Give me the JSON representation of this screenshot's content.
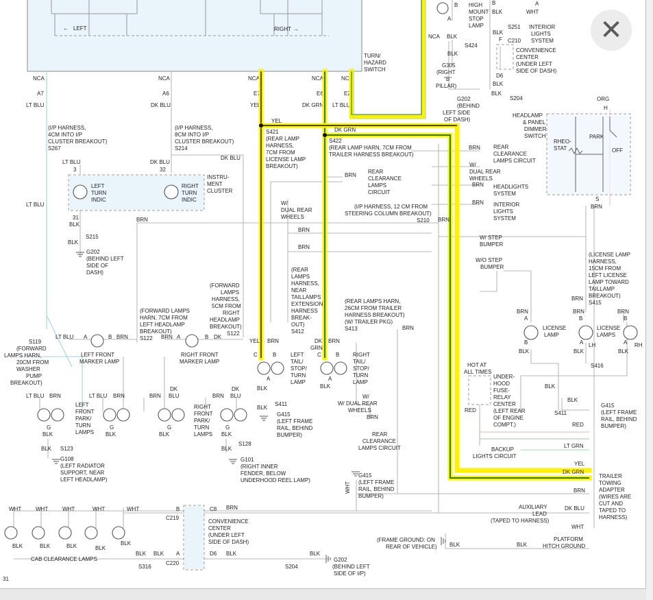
{
  "viewer": {
    "close_glyph": "✕",
    "close_icon": "close-icon",
    "page_no": "31"
  },
  "colors": {
    "highlight": "#fff200",
    "dk_grn": "#2c7a2c",
    "lt_grn": "#9fe0a0",
    "lt_blu": "#9fd6e6",
    "wire": "#b7b7b7",
    "panel": "#eaf4fb"
  },
  "top": {
    "left_arrow": "LEFT",
    "right_arrow": "RIGHT",
    "switch": [
      "TURN/",
      "HAZARD",
      "SWITCH"
    ],
    "nca": "NCA",
    "pins": [
      "A7",
      "A6",
      "E7",
      "E6",
      "E2"
    ],
    "wires": [
      "LT BLU",
      "DK BLU",
      "YEL",
      "DK GRN",
      "LT BLU"
    ]
  },
  "hms": {
    "lamp": [
      "HIGH",
      "MOUNT",
      "STOP",
      "LAMP"
    ],
    "blk": "BLK",
    "b": "B",
    "a": "A",
    "nca": "NCA",
    "s424": "S424",
    "g305": [
      "G305",
      "(RIGHT",
      "\"B\"",
      "PILLAR)"
    ]
  },
  "interior": {
    "a": "A",
    "wht": "WHT",
    "s251": "S251",
    "sys": [
      "INTERIOR",
      "LIGHTS",
      "SYSTEM"
    ],
    "blk": "BLK",
    "f": "F",
    "c210": "C210"
  },
  "conv_top": {
    "label": [
      "CONVENIENCE",
      "CENTER",
      "(UNDER LEFT",
      "SIDE OF DASH)"
    ],
    "d6": "D6",
    "blk": "BLK",
    "s204": "S204",
    "g202": [
      "G202",
      "(BEHIND",
      "LEFT SIDE",
      "OF DASH)"
    ]
  },
  "dimmer": {
    "title": [
      "HEADLAMP",
      "& PANEL",
      "DIMMER",
      "SWITCH"
    ],
    "org": "ORG",
    "h": "H",
    "rheo": [
      "RHEO-",
      "STAT"
    ],
    "park": "PARK",
    "off": "OFF",
    "s": "S",
    "brn": "BRN"
  },
  "cluster": {
    "s267": [
      "(I/P HARNESS,",
      "4CM INTO I/P",
      "CLUSTER BREAKOUT)",
      "S267"
    ],
    "s214": [
      "(I/P HARNESS,",
      "8CM INTO I/P",
      "CLUSTER BREAKOUT)",
      "S214"
    ],
    "lt_blu": "LT BLU",
    "dk_blu": "DK BLU",
    "pin3": "3",
    "pin32": "32",
    "pin31": "31",
    "left": [
      "LEFT",
      "TURN",
      "INDIC"
    ],
    "right": [
      "RIGHT",
      "TURN",
      "INDIC"
    ],
    "name": [
      "INSTRU-",
      "MENT",
      "CLUSTER"
    ],
    "blk": "BLK",
    "s215": "S215",
    "g202": [
      "G202",
      "(BEHIND LEFT",
      "SIDE OF",
      "DASH)"
    ]
  },
  "splices": {
    "s421": [
      "S421",
      "(REAR LAMP",
      "HARNESS,",
      "7CM FROM",
      "LICENSE LAMP",
      "BREAKOUT)"
    ],
    "s422": [
      "S422",
      "(REAR LAMP HARN, 7CM FROM",
      "TRAILER HARNESS BREAKOUT)"
    ],
    "yel": "YEL",
    "dk_grn": "DK GRN"
  },
  "mid_labels": {
    "brn": "BRN",
    "rear_clear": [
      "REAR",
      "CLEARANCE",
      "LAMPS CIRCUIT"
    ],
    "rear_clear2": [
      "REAR",
      "CLEARANCE",
      "LAMPS",
      "CIRCUIT"
    ],
    "dual_rear": [
      "W/",
      "DUAL REAR",
      "WHEELS"
    ],
    "dual_rear2": [
      "W/ DUAL REAR",
      "WHEELS"
    ],
    "headlights": [
      "HEADLIGHTS",
      "SYSTEM"
    ],
    "interior": [
      "INTERIOR",
      "LIGHTS",
      "SYSTEM"
    ],
    "s210": [
      "(I/P HARNESS, 12 CM FROM",
      "STEERING COLUMN BREAKOUT)",
      "S210"
    ],
    "w_step": [
      "W/ STEP",
      "BUMPER"
    ],
    "wo_step": [
      "W/O STEP",
      "BUMPER"
    ],
    "s412": [
      "(REAR",
      "LAMPS",
      "HARNESS,",
      "NEAR",
      "TAILLAMPS",
      "EXTENSION",
      "HARNESS",
      "BREAK-",
      "OUT)",
      "S412"
    ],
    "s413": [
      "(REAR LAMPS HARN,",
      "26CM FROM TRAILER",
      "HARNESS BREAKOUT)",
      "(W/ TRAILER PKG)",
      "S413"
    ],
    "fwd_r": [
      "(FORWARD",
      "LAMPS",
      "HARNESS,",
      "5CM FROM",
      "RIGHT",
      "HEADLAMP",
      "BREAKOUT)",
      "S122"
    ]
  },
  "tail": {
    "left": [
      "LEFT",
      "TAIL/",
      "STOP/",
      "TURN",
      "LAMP"
    ],
    "right": [
      "RIGHT",
      "TAIL/",
      "STOP/",
      "TURN",
      "LAMP"
    ],
    "yel": "YEL",
    "brn": "BRN",
    "dk_grn": [
      "DK",
      "GRN"
    ],
    "c": "C",
    "b": "B",
    "a": "A",
    "blk": "BLK",
    "s411": "S411",
    "g415": [
      "G415",
      "(LEFT FRAME",
      "RAIL, BEHIND",
      "BUMPER)"
    ]
  },
  "license": {
    "harness": [
      "(LICENSE LAMP",
      "HARNESS,",
      "15CM FROM",
      "LEFT LICENSE",
      "LAMP TOWARD",
      "TAILLAMP",
      "BREAKOUT)",
      "S415"
    ],
    "lamp1": [
      "LICENSE",
      "LAMP"
    ],
    "lamp2": [
      "LICENSE",
      "LAMPS"
    ],
    "lh": "LH",
    "rh": "RH",
    "brn": "BRN",
    "blk": "BLK",
    "a": "A",
    "b": "B",
    "s416": "S416"
  },
  "fuse": {
    "hot": [
      "HOT AT",
      "ALL TIMES"
    ],
    "name": [
      "UNDER-",
      "HOOD",
      "FUSE-",
      "RELAY",
      "CENTER",
      "(LEFT REAR",
      "OF ENGINE",
      "COMPT.)"
    ],
    "red": "RED",
    "blk": "BLK",
    "s411": "S411",
    "g415": [
      "G415",
      "(LEFT FRAME",
      "RAIL, BEHIND",
      "BUMPER)"
    ]
  },
  "trailer": {
    "backup": [
      "BACKUP",
      "LIGHTS CIRCUIT"
    ],
    "lt_grn": "LT GRN",
    "yel": "YEL",
    "dk_grn": "DK GRN",
    "red": "RED",
    "brn": "BRN",
    "aux": [
      "AUXILIARY",
      "LEAD",
      "(TAPED TO HARNESS)"
    ],
    "dk_blu": "DK BLU",
    "wht": "WHT",
    "adapter": [
      "TRAILER",
      "TOWING",
      "ADAPTER",
      "(WIRES ARE",
      "CUT AND",
      "TAPED TO",
      "HARNESS)"
    ],
    "frame_gnd": [
      "(FRAME GROUND: ON",
      "REAR OF VEHICLE)"
    ],
    "blk": "BLK",
    "platform": [
      "PLATFORM",
      "HITCH GROUND"
    ],
    "g415": [
      "G415",
      "(LEFT FRAME",
      "RAIL, BEHIND",
      "BUMPER)"
    ]
  },
  "front": {
    "s119": [
      "S119",
      "(FORWARD",
      "LAMPS HARN,",
      "20CM FROM",
      "WASHER",
      "PUMP",
      "BREAKOUT)"
    ],
    "s122": [
      "(FORWARD LAMPS",
      "HARN, 7CM FROM",
      "LEFT HEADLAMP",
      "BREAKOUT)",
      "S122"
    ],
    "lt_blu": "LT BLU",
    "brn": "BRN",
    "dk_blu": [
      "DK",
      "BLU"
    ],
    "a": "A",
    "b": "B",
    "g": "G",
    "blk": "BLK",
    "lfm": [
      "LEFT FRONT",
      "MARKER LAMP"
    ],
    "rfm": [
      "RIGHT FRONT",
      "MARKER LAMP"
    ],
    "lfp": [
      "LEFT",
      "FRONT",
      "PARK/",
      "TURN",
      "LAMPS"
    ],
    "rfp": [
      "RIGHT",
      "FRONT",
      "PARK/",
      "TURN",
      "LAMPS"
    ],
    "s123": "S123",
    "g108": [
      "G108",
      "(LEFT RADIATOR",
      "SUPPORT, NEAR",
      "LEFT HEADLAMP)"
    ],
    "s128": "S128",
    "g101": [
      "G101",
      "(RIGHT INNER",
      "FENDER, BELOW",
      "UNDERHOOD REEL LAMP)"
    ]
  },
  "cab": {
    "wht": "WHT",
    "blk": "BLK",
    "label": "CAB CLEARANCE LAMPS",
    "b": "B",
    "a": "A",
    "c219": "C219",
    "c8": "C8",
    "d6": "D6",
    "c220": "C220",
    "s316": "S316",
    "s204": "S204",
    "conv": [
      "CONVENIENCE",
      "CENTER",
      "(UNDER LEFT",
      "SIDE OF DASH)"
    ],
    "brn": "BRN",
    "g202": [
      "G202",
      "(BEHIND LEFT",
      "SIDE OF I/P)"
    ]
  }
}
